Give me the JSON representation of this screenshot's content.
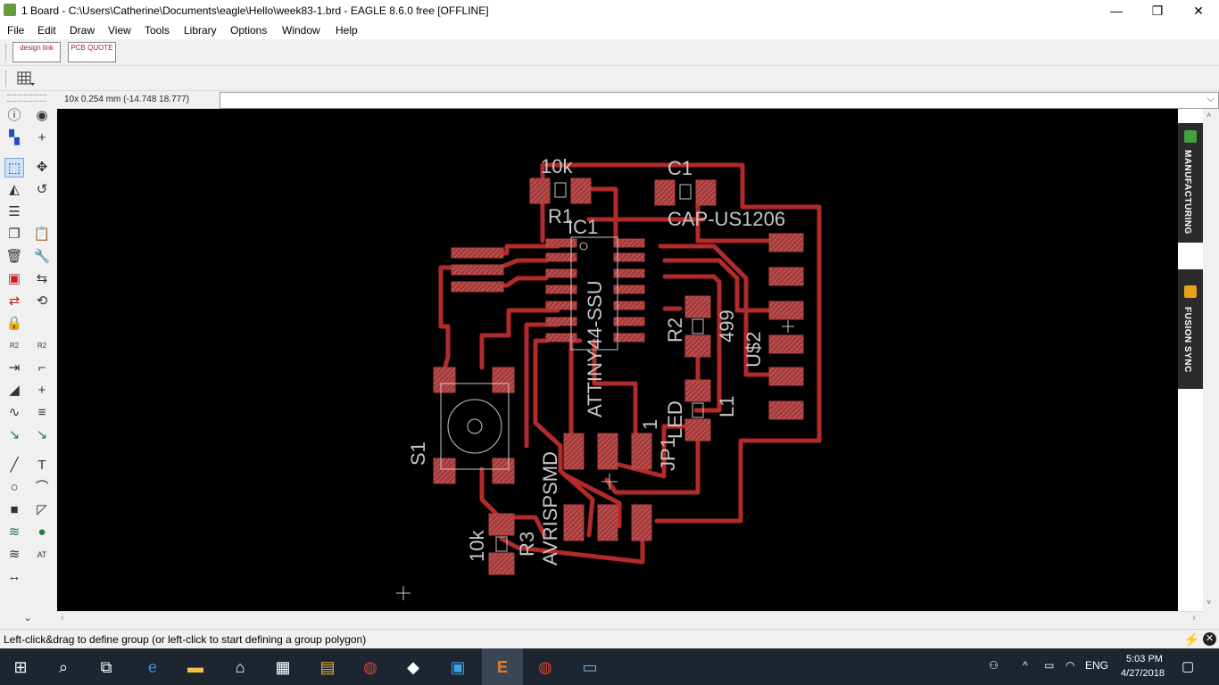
{
  "window": {
    "title": "1 Board - C:\\Users\\Catherine\\Documents\\eagle\\Hello\\week83-1.brd - EAGLE 8.6.0 free [OFFLINE]",
    "minimize": "—",
    "restore": "❐",
    "close": "✕"
  },
  "menu": {
    "items": [
      "File",
      "Edit",
      "Draw",
      "View",
      "Tools",
      "Library",
      "Options",
      "Window",
      "Help"
    ]
  },
  "toolbar": {
    "designlink_label": "design link",
    "pcbquote_label": "PCB QUOTE"
  },
  "coords": {
    "readout": "10x 0.254 mm (-14.748 18.777)"
  },
  "command": {
    "value": ""
  },
  "board": {
    "labels": {
      "r1_value": "10k",
      "r1_name": "R1",
      "c1_name": "C1",
      "c1_value": "CAP-US1206",
      "ic1_name": "IC1",
      "ic1_value": "ATTINY44-SSU",
      "r2_name": "R2",
      "r2_value": "499",
      "usb_name": "U$2",
      "l1_name": "L1",
      "led_value": "LED",
      "jp1_name": "JP1",
      "jp1_pin": "1",
      "s1_name": "S1",
      "avr_value": "AVRISPSMD",
      "r3_value": "10k",
      "r3_name": "R3"
    },
    "colors": {
      "trace": "#b22a2a",
      "pad": "#b84040",
      "silk": "#c8c8c8",
      "background": "#000000"
    }
  },
  "side_tabs": {
    "manufacturing": "MANUFACTURING",
    "fusion_sync": "FUSION SYNC"
  },
  "status": {
    "message": "Left-click&drag to define group (or left-click to start defining a group polygon)"
  },
  "taskbar": {
    "language": "ENG",
    "time": "5:03 PM",
    "date": "4/27/2018"
  }
}
